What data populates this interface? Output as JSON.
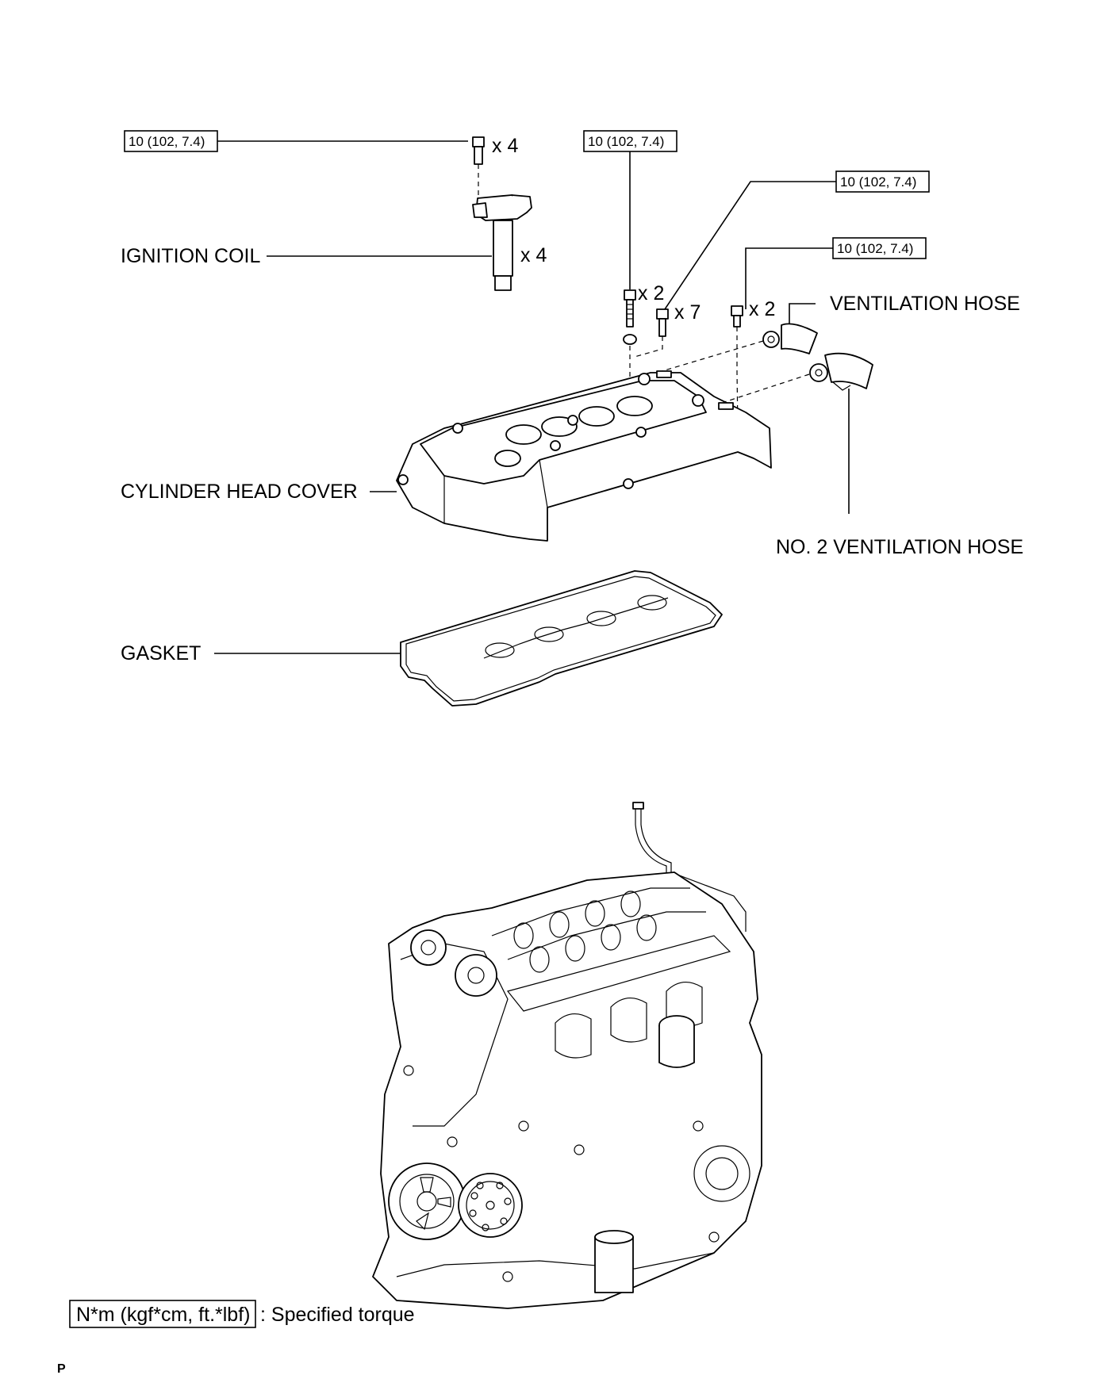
{
  "torque_value": "10 (102, 7.4)",
  "parts": {
    "ignition_coil": "IGNITION COIL",
    "cylinder_head_cover": "CYLINDER HEAD COVER",
    "gasket": "GASKET",
    "ventilation_hose": "VENTILATION HOSE",
    "no2_ventilation_hose": "NO. 2 VENTILATION HOSE"
  },
  "quantities": {
    "coil_bolt": "x 4",
    "coil": "x 4",
    "stud_bolt": "x 2",
    "cover_bolt": "x 7",
    "hose_bolt": "x 2"
  },
  "legend": {
    "unit": "N*m (kgf*cm, ft.*lbf)",
    "text": ": Specified torque"
  },
  "footer": "P"
}
